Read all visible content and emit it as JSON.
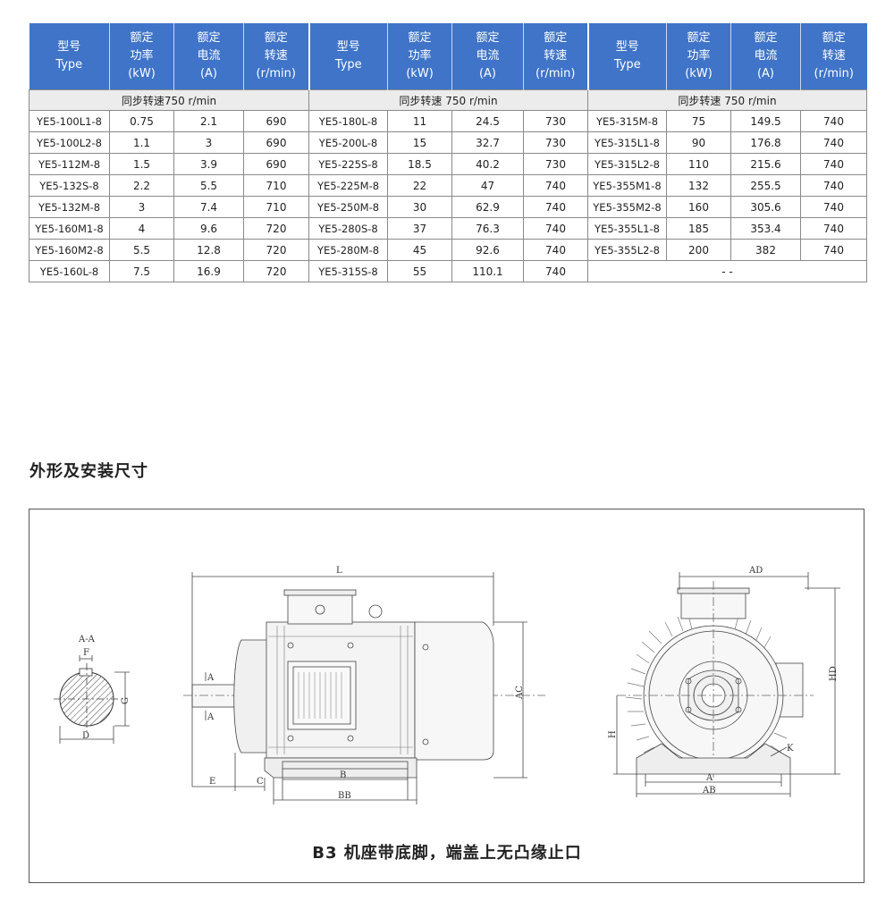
{
  "headers": {
    "model_cn": "型号",
    "model_en": "Type",
    "power_cn": "额定",
    "power_cn2": "功率",
    "power_unit": "(kW)",
    "current_cn": "额定",
    "current_cn2": "电流",
    "current_unit": "(A)",
    "speed_cn": "额定",
    "speed_cn2": "转速",
    "speed_unit": "(r/min)"
  },
  "sync_labels": [
    "同步转速750 r/min",
    "同步转速 750 r/min",
    "同步转速 750 r/min"
  ],
  "rows": [
    [
      [
        "YE5-100L1-8",
        "0.75",
        "2.1",
        "690"
      ],
      [
        "YE5-180L-8",
        "11",
        "24.5",
        "730"
      ],
      [
        "YE5-315M-8",
        "75",
        "149.5",
        "740"
      ]
    ],
    [
      [
        "YE5-100L2-8",
        "1.1",
        "3",
        "690"
      ],
      [
        "YE5-200L-8",
        "15",
        "32.7",
        "730"
      ],
      [
        "YE5-315L1-8",
        "90",
        "176.8",
        "740"
      ]
    ],
    [
      [
        "YE5-112M-8",
        "1.5",
        "3.9",
        "690"
      ],
      [
        "YE5-225S-8",
        "18.5",
        "40.2",
        "730"
      ],
      [
        "YE5-315L2-8",
        "110",
        "215.6",
        "740"
      ]
    ],
    [
      [
        "YE5-132S-8",
        "2.2",
        "5.5",
        "710"
      ],
      [
        "YE5-225M-8",
        "22",
        "47",
        "740"
      ],
      [
        "YE5-355M1-8",
        "132",
        "255.5",
        "740"
      ]
    ],
    [
      [
        "YE5-132M-8",
        "3",
        "7.4",
        "710"
      ],
      [
        "YE5-250M-8",
        "30",
        "62.9",
        "740"
      ],
      [
        "YE5-355M2-8",
        "160",
        "305.6",
        "740"
      ]
    ],
    [
      [
        "YE5-160M1-8",
        "4",
        "9.6",
        "720"
      ],
      [
        "YE5-280S-8",
        "37",
        "76.3",
        "740"
      ],
      [
        "YE5-355L1-8",
        "185",
        "353.4",
        "740"
      ]
    ],
    [
      [
        "YE5-160M2-8",
        "5.5",
        "12.8",
        "720"
      ],
      [
        "YE5-280M-8",
        "45",
        "92.6",
        "740"
      ],
      [
        "YE5-355L2-8",
        "200",
        "382",
        "740"
      ]
    ],
    [
      [
        "YE5-160L-8",
        "7.5",
        "16.9",
        "720"
      ],
      [
        "YE5-315S-8",
        "55",
        "110.1",
        "740"
      ],
      [
        "- -"
      ]
    ]
  ],
  "section_title": "外形及安装尺寸",
  "drawing_labels": {
    "section_aa": "A-A",
    "F": "F",
    "G": "G",
    "D": "D",
    "L": "L",
    "A_mark": "A",
    "AC": "AC",
    "E": "E",
    "C": "C",
    "B": "B",
    "BB": "BB",
    "AD": "AD",
    "HD": "HD",
    "H": "H",
    "K": "K",
    "A": "A",
    "AB": "AB"
  },
  "caption": "B3 机座带底脚，端盖上无凸缘止口"
}
